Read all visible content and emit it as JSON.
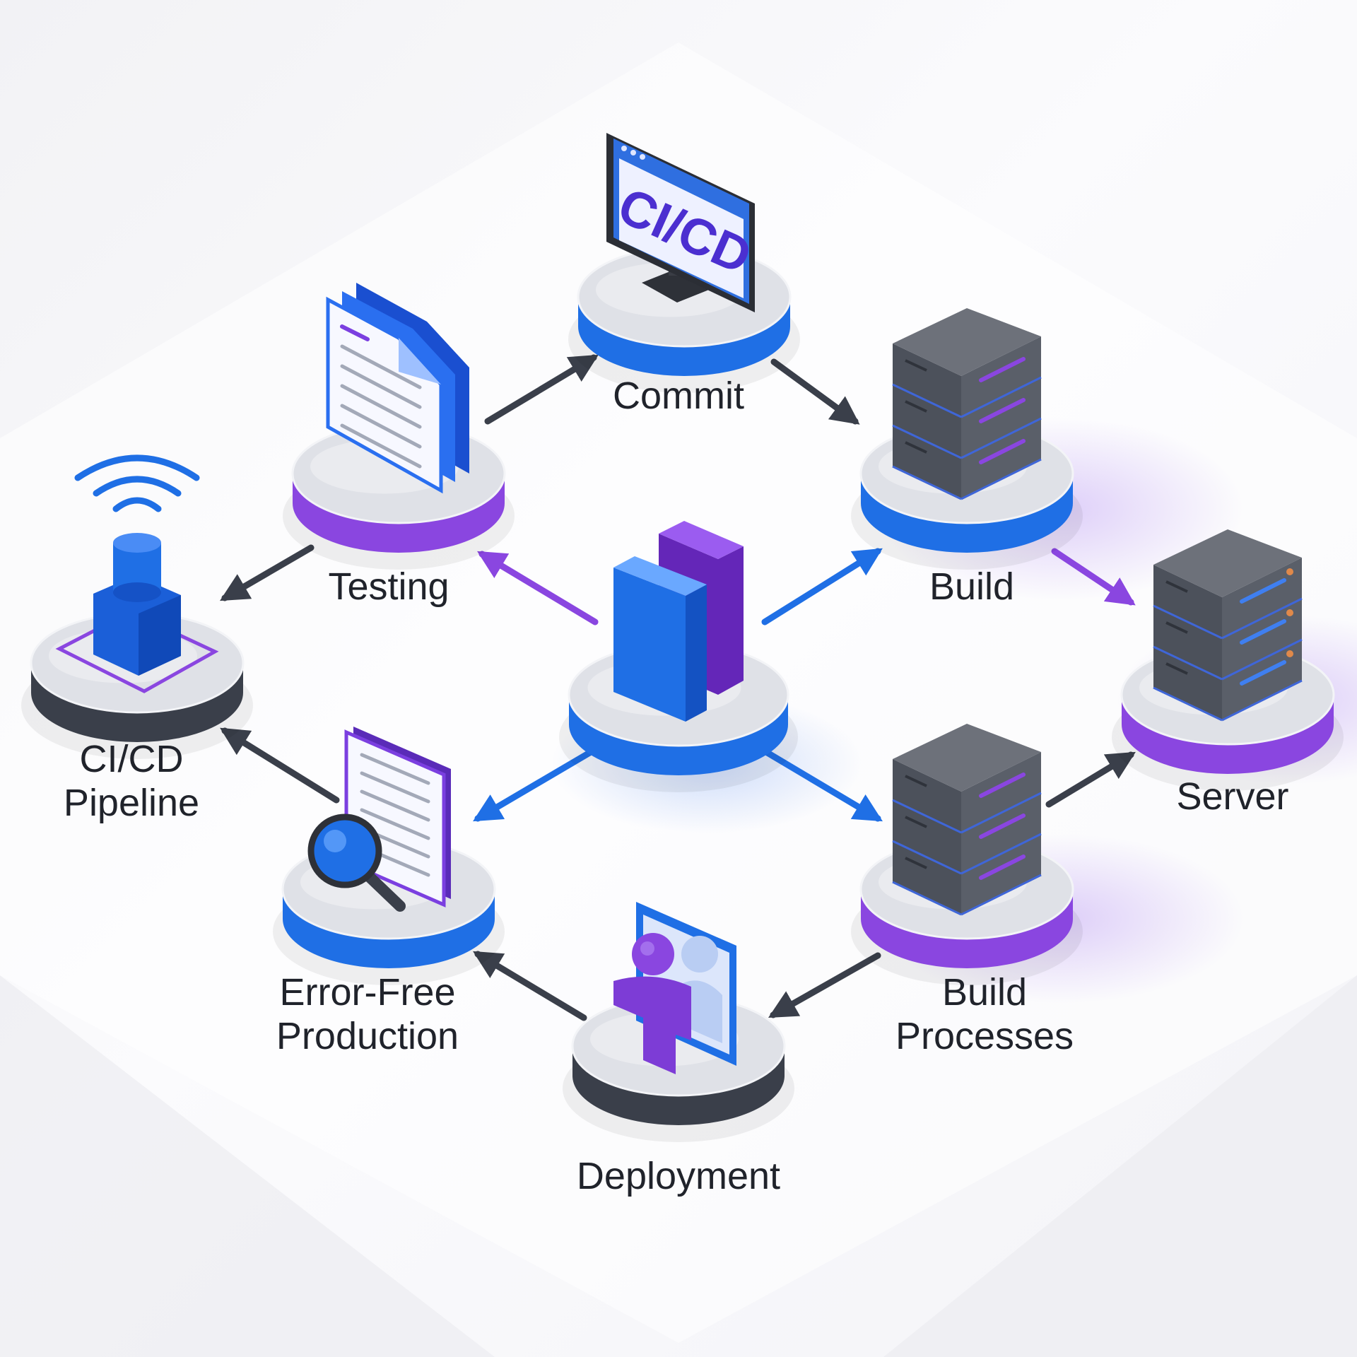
{
  "diagram": {
    "nodes": [
      {
        "id": "commit",
        "label_lines": [
          "Commit"
        ],
        "icon": "monitor-icon",
        "screen_text": "CI/CD",
        "rim_color": "#1f6fe5"
      },
      {
        "id": "testing",
        "label_lines": [
          "Testing"
        ],
        "icon": "document-stack-icon",
        "rim_color": "#8a46e0"
      },
      {
        "id": "build",
        "label_lines": [
          "Build"
        ],
        "icon": "server-rack-icon",
        "rim_color": "#1f6fe5"
      },
      {
        "id": "server",
        "label_lines": [
          "Server"
        ],
        "icon": "server-rack-icon",
        "rim_color": "#8a46e0"
      },
      {
        "id": "ci-cd-pipeline",
        "label_lines": [
          "CI/CD",
          "Pipeline"
        ],
        "icon": "wireless-node-icon",
        "rim_color": "#3a3f4a"
      },
      {
        "id": "hub",
        "label_lines": [],
        "icon": "book-icon",
        "rim_color": "#1f6fe5"
      },
      {
        "id": "error-free-production",
        "label_lines": [
          "Error-Free",
          "Production"
        ],
        "icon": "document-search-icon",
        "rim_color": "#1f6fe5"
      },
      {
        "id": "build-processes",
        "label_lines": [
          "Build",
          "Processes"
        ],
        "icon": "server-rack-icon",
        "rim_color": "#8a46e0"
      },
      {
        "id": "deployment",
        "label_lines": [
          "Deployment"
        ],
        "icon": "user-profile-icon",
        "rim_color": "#3a3f4a"
      }
    ],
    "edges": [
      {
        "from": "testing",
        "to": "commit",
        "color": "#3a3f4a"
      },
      {
        "from": "commit",
        "to": "build",
        "color": "#3a3f4a"
      },
      {
        "from": "testing",
        "to": "ci-cd-pipeline",
        "color": "#3a3f4a"
      },
      {
        "from": "hub",
        "to": "testing",
        "color": "#8a46e0"
      },
      {
        "from": "hub",
        "to": "build",
        "color": "#1f6fe5"
      },
      {
        "from": "build",
        "to": "server",
        "color": "#8a46e0"
      },
      {
        "from": "hub",
        "to": "error-free-production",
        "color": "#1f6fe5"
      },
      {
        "from": "hub",
        "to": "build-processes",
        "color": "#1f6fe5"
      },
      {
        "from": "error-free-production",
        "to": "ci-cd-pipeline",
        "color": "#3a3f4a"
      },
      {
        "from": "build-processes",
        "to": "server",
        "color": "#3a3f4a"
      },
      {
        "from": "build-processes",
        "to": "deployment",
        "color": "#3a3f4a"
      },
      {
        "from": "deployment",
        "to": "error-free-production",
        "color": "#3a3f4a"
      }
    ]
  }
}
